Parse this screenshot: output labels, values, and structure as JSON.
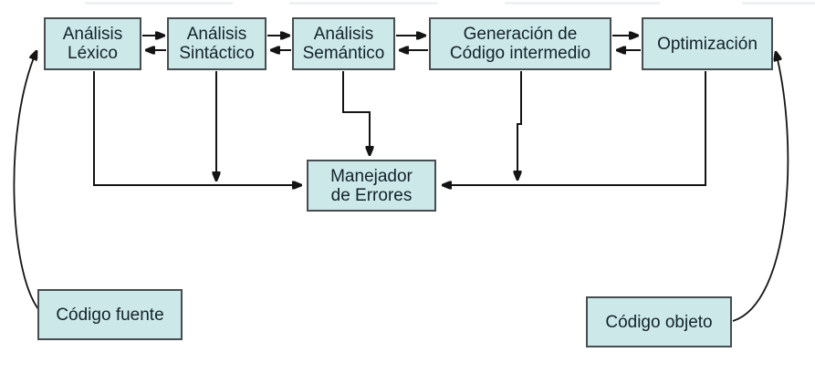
{
  "diagram_type": "compiler-phases-flow",
  "nodes": {
    "lexico": {
      "label": "Análisis\nLéxico"
    },
    "sintactico": {
      "label": "Análisis\nSintáctico"
    },
    "semantico": {
      "label": "Análisis\nSemántico"
    },
    "generacion": {
      "label": "Generación de\nCódigo intermedio"
    },
    "optimizacion": {
      "label": "Optimización"
    },
    "manejador": {
      "label": "Manejador\nde Errores"
    },
    "fuente": {
      "label": "Código fuente"
    },
    "objeto": {
      "label": "Código objeto"
    }
  },
  "edges": [
    {
      "from": "lexico",
      "to": "sintactico",
      "bidirectional": true
    },
    {
      "from": "sintactico",
      "to": "semantico",
      "bidirectional": true
    },
    {
      "from": "semantico",
      "to": "generacion",
      "bidirectional": true
    },
    {
      "from": "generacion",
      "to": "optimizacion",
      "bidirectional": true
    },
    {
      "from": "lexico",
      "to": "manejador",
      "bidirectional": false
    },
    {
      "from": "sintactico",
      "to": "manejador",
      "bidirectional": false
    },
    {
      "from": "semantico",
      "to": "manejador",
      "bidirectional": false
    },
    {
      "from": "generacion",
      "to": "manejador",
      "bidirectional": false
    },
    {
      "from": "optimizacion",
      "to": "manejador",
      "bidirectional": false
    },
    {
      "from": "fuente",
      "to": "lexico",
      "bidirectional": false,
      "style": "curved"
    },
    {
      "from": "objeto",
      "to": "optimizacion",
      "bidirectional": false,
      "style": "curved"
    }
  ],
  "colors": {
    "box_fill": "#cce8e9",
    "box_border": "#474d50",
    "line": "#141414",
    "text": "#13232a",
    "bg": "#ffffff",
    "artifact": "#eef2f2"
  }
}
